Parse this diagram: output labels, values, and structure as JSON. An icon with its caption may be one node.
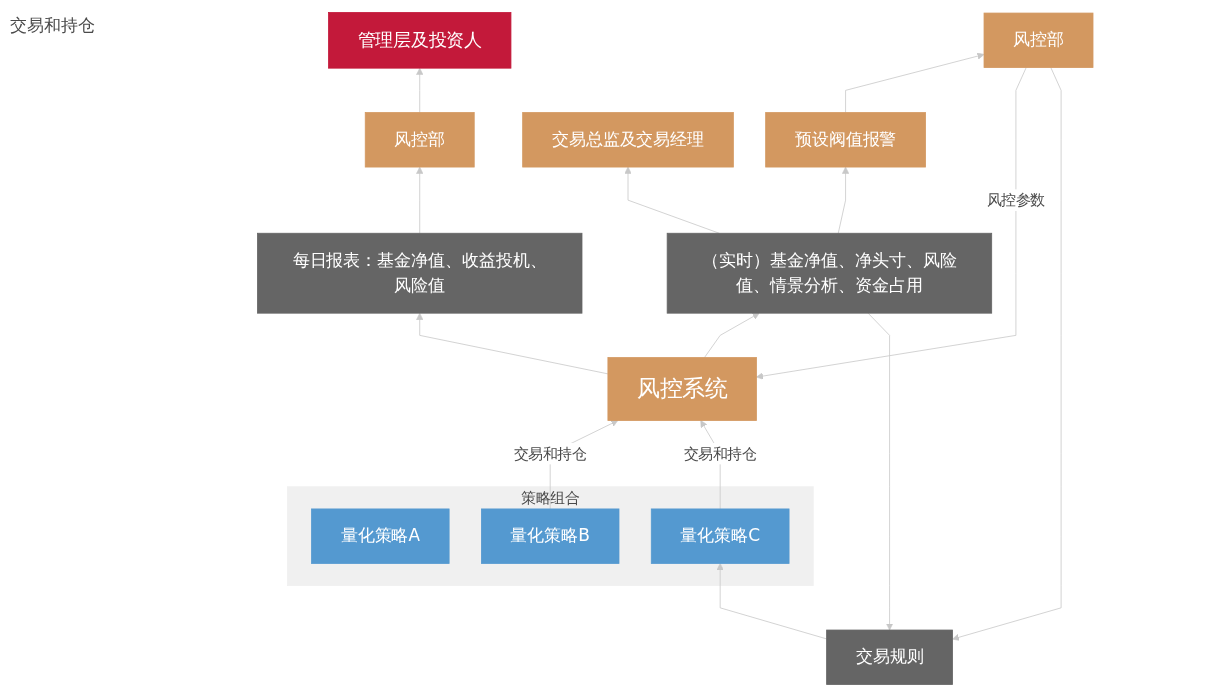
{
  "diagram": {
    "nodes": [
      {
        "text": [
          "管理层及投资人"
        ]
      },
      {
        "text": [
          "风控部"
        ]
      },
      {
        "text": [
          "每日报表：基金净值、收益投机、风险值"
        ]
      },
      {
        "text": [
          "交易总监及交易经理"
        ]
      },
      {
        "text": [
          "预设阀值报警"
        ]
      },
      {
        "text": [
          "风控部"
        ]
      },
      {
        "text": [
          "（实时）基金净值、净头寸、风险值、情景分析、资金占用"
        ]
      },
      {
        "text": [
          "风控系统"
        ]
      },
      {
        "text": [
          "策略组合"
        ]
      },
      {
        "text": [
          "量化策略A"
        ],
        "in": 8
      },
      {
        "text": [
          "量化策略B"
        ],
        "in": 8
      },
      {
        "text": [
          "量化策略C"
        ],
        "in": 8
      },
      {
        "text": [
          "交易规则"
        ]
      }
    ],
    "edges": [
      {
        "from": 1,
        "to": 0,
        "arrow": "to"
      },
      {
        "from": 2,
        "to": 1,
        "arrow": "to"
      },
      {
        "from": 7,
        "to": 2,
        "arrow": "to"
      },
      {
        "from": 6,
        "to": 3,
        "arrow": "to"
      },
      {
        "from": 6,
        "to": 4,
        "arrow": "to"
      },
      {
        "from": 4,
        "to": 5,
        "arrow": "to"
      },
      {
        "from": 7,
        "to": 6,
        "arrow": "to"
      },
      {
        "from": 5,
        "to": 7,
        "arrow": "to",
        "label": "风控参数"
      },
      {
        "from": 6,
        "to": 12,
        "arrow": "to"
      },
      {
        "from": 5,
        "to": 12,
        "arrow": "to"
      },
      {
        "from": 12,
        "to": 11,
        "arrow": "to"
      },
      {
        "from": 10,
        "to": 7,
        "arrow": "to",
        "label": "交易和持仓"
      },
      {
        "from": 11,
        "to": 7,
        "arrow": "to",
        "label": "交易和持仓"
      }
    ],
    "labels": [
      "交易和持仓"
    ]
  }
}
